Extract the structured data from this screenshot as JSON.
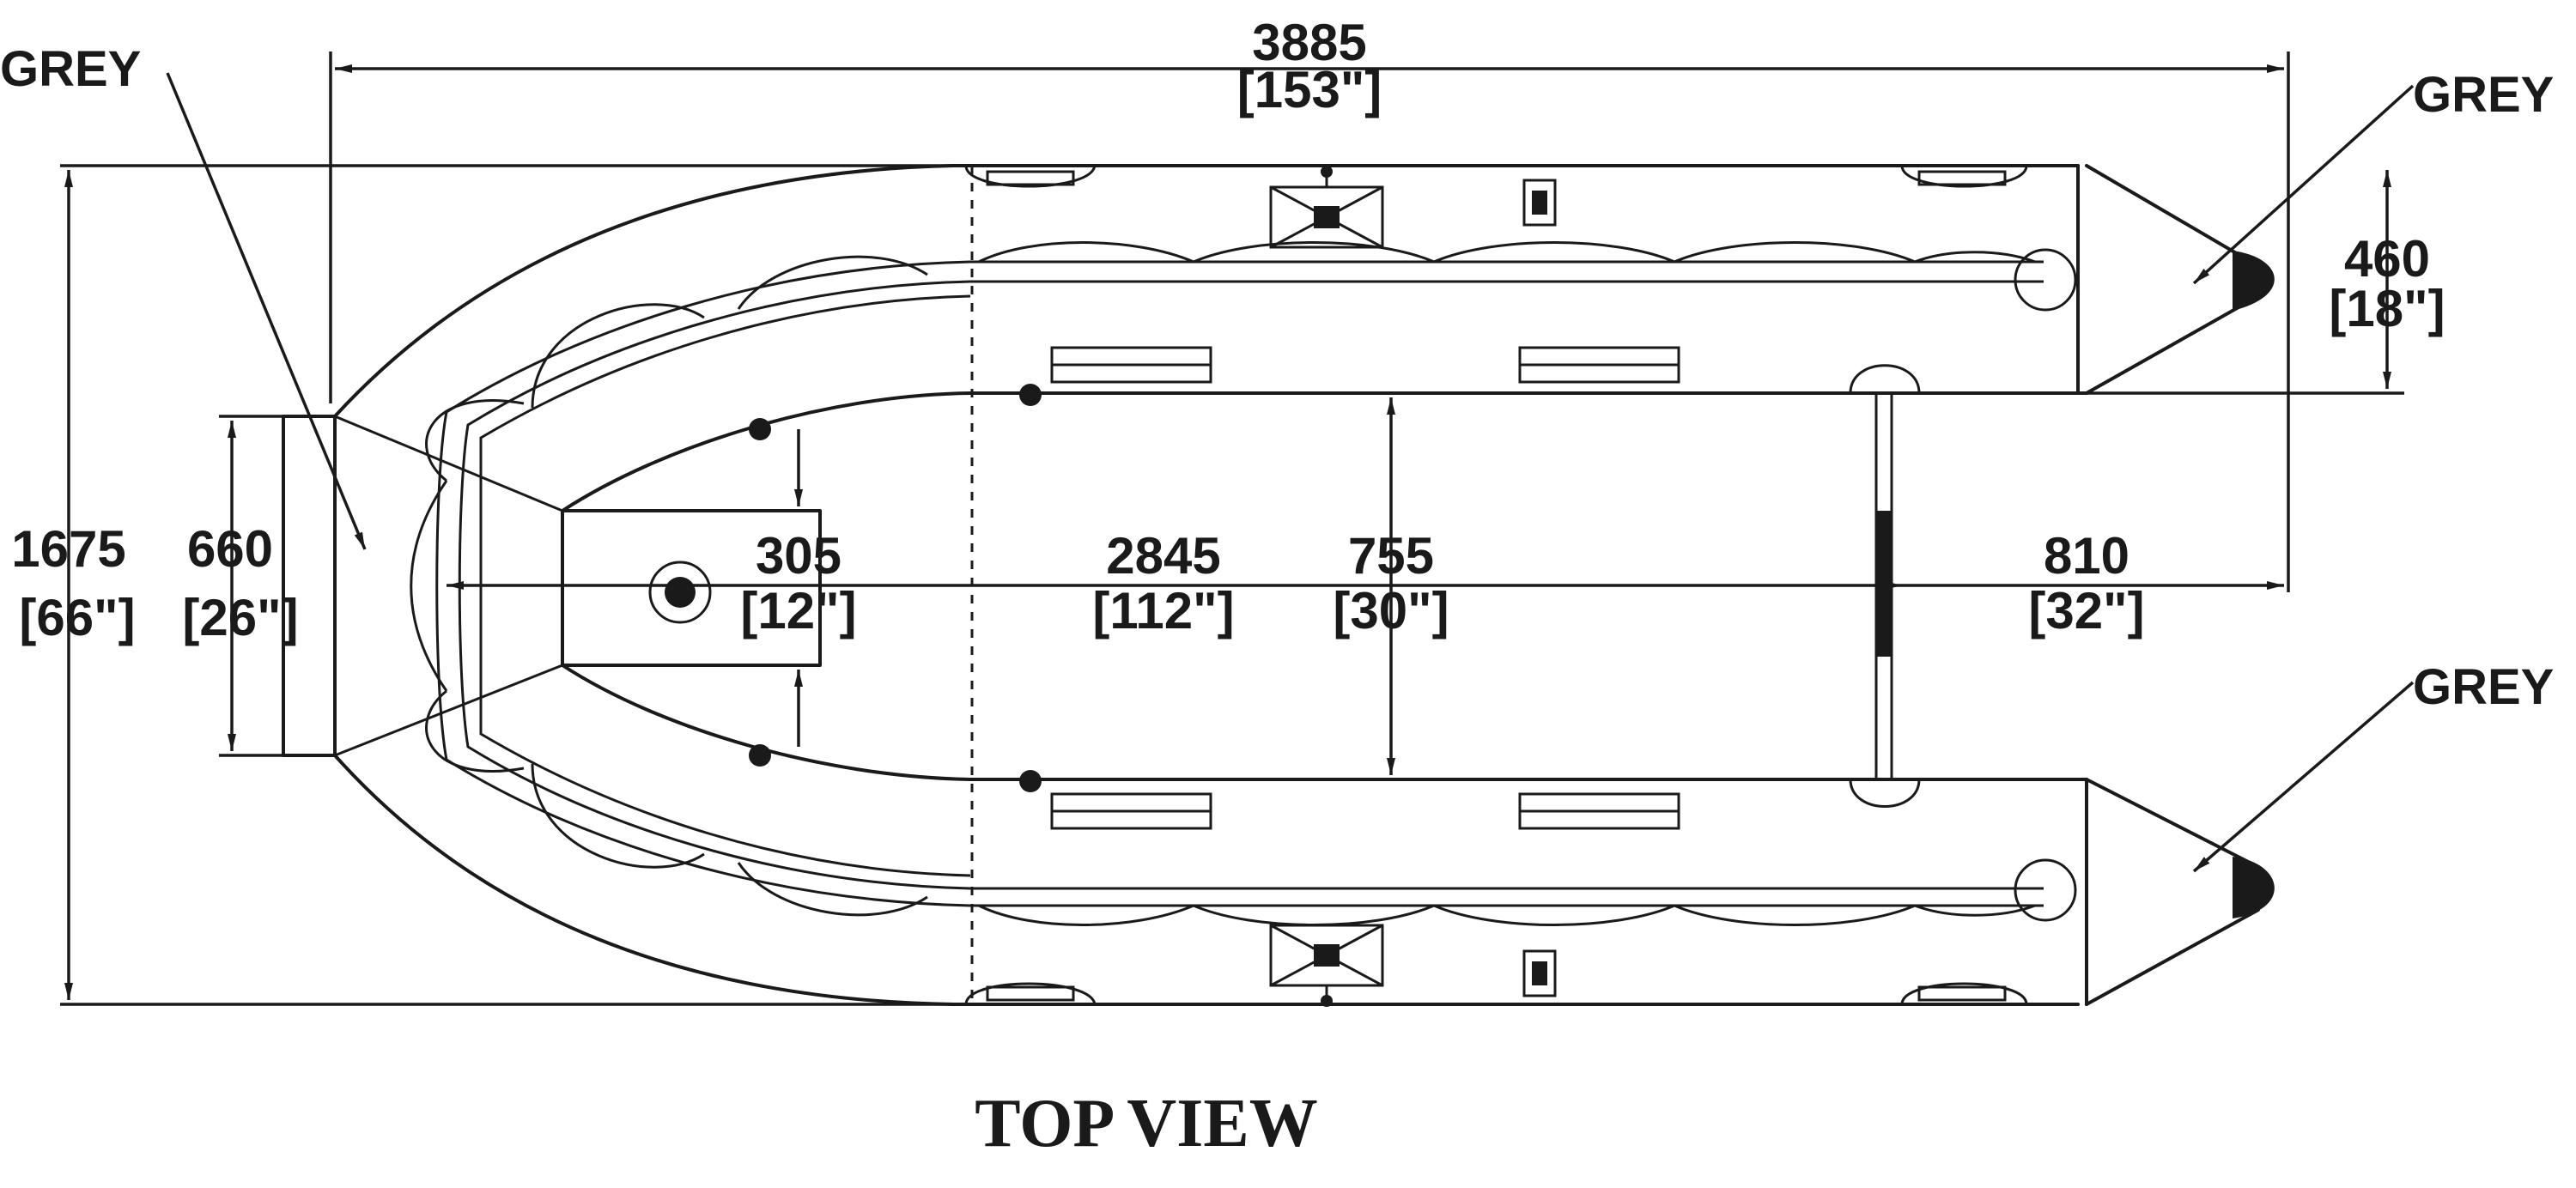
{
  "view_title": "TOP VIEW",
  "callouts": [
    "GREY",
    "GREY",
    "GREY"
  ],
  "dimensions": {
    "overall_length": {
      "mm": "3885",
      "inch": "[153\"]"
    },
    "overall_width": {
      "mm": "1675",
      "inch": "[66\"]"
    },
    "transom_width": {
      "mm": "660",
      "inch": "[26\"]"
    },
    "tube_diameter": {
      "mm": "460",
      "inch": "[18\"]"
    },
    "bow_locker": {
      "mm": "305",
      "inch": "[12\"]"
    },
    "inner_length": {
      "mm": "2845",
      "inch": "[112\"]"
    },
    "inner_width": {
      "mm": "755",
      "inch": "[30\"]"
    },
    "cone_length": {
      "mm": "810",
      "inch": "[32\"]"
    }
  },
  "colors": {
    "line": "#1a1a1a",
    "background": "#ffffff"
  }
}
